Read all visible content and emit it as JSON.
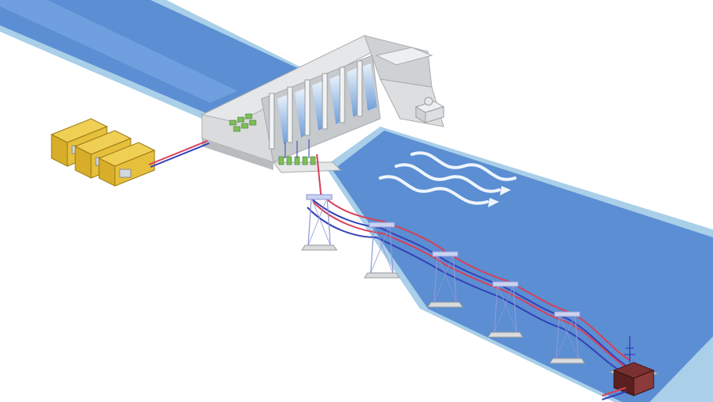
{
  "scene": {
    "subject": "hydroelectric-power-plant",
    "colors": {
      "river": "#5b8ed2",
      "river_light": "#8ab6e6",
      "bank": "#a9cfe9",
      "dam": "#d9dbdc",
      "dam_shadow": "#b9bcbf",
      "building": "#e6bf3c",
      "building_dark": "#b8901c",
      "tower": "#c9d2ef",
      "wire_red": "#d8405a",
      "wire_blue": "#3440b8",
      "substation": "#7a3030"
    },
    "icons": [
      "dam-structure",
      "spillway-gates",
      "power-tower",
      "substation",
      "control-buildings",
      "water-flow-arrows"
    ]
  }
}
